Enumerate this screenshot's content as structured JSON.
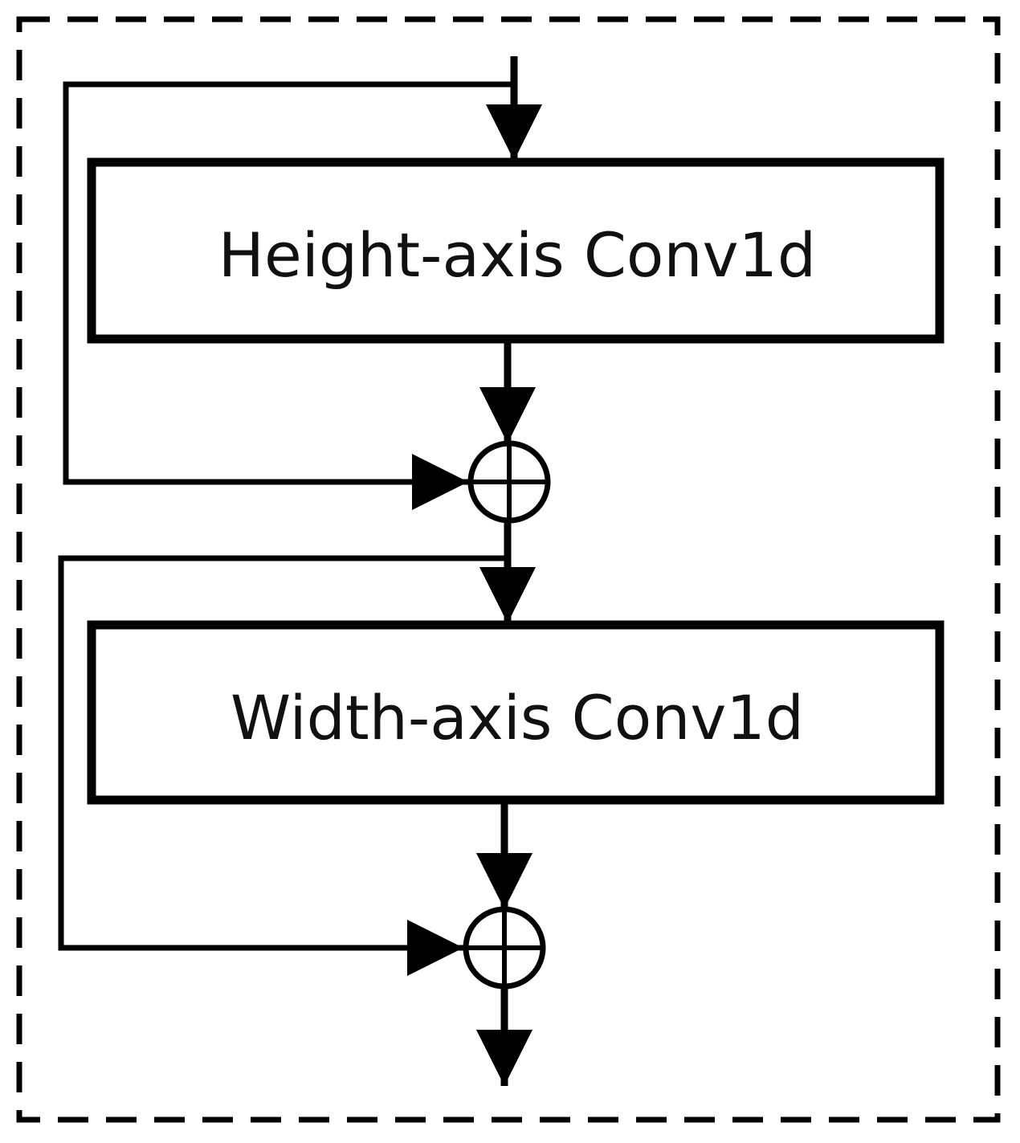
{
  "diagram": {
    "blocks": [
      {
        "id": "height-axis",
        "label": "Height-axis Conv1d"
      },
      {
        "id": "width-axis",
        "label": "Width-axis Conv1d"
      }
    ],
    "operators": [
      {
        "id": "add-1",
        "symbol": "plus-in-circle"
      },
      {
        "id": "add-2",
        "symbol": "plus-in-circle"
      }
    ],
    "connections": [
      {
        "from": "input",
        "to": "height-axis"
      },
      {
        "from": "input",
        "to": "add-1",
        "kind": "residual"
      },
      {
        "from": "height-axis",
        "to": "add-1"
      },
      {
        "from": "add-1",
        "to": "width-axis"
      },
      {
        "from": "add-1",
        "to": "add-2",
        "kind": "residual"
      },
      {
        "from": "width-axis",
        "to": "add-2"
      },
      {
        "from": "add-2",
        "to": "output"
      }
    ],
    "colors": {
      "stroke": "#000000",
      "background": "#ffffff",
      "text": "#111111"
    }
  }
}
